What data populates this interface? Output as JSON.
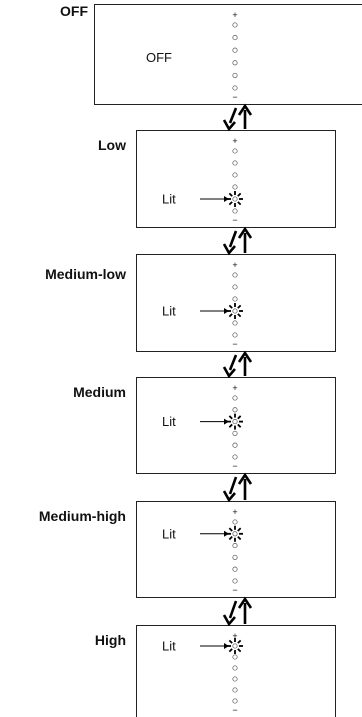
{
  "levels": [
    {
      "label": "OFF",
      "panel_text": "OFF",
      "lit_index": null
    },
    {
      "label": "Low",
      "panel_text": "Lit",
      "lit_index": 4
    },
    {
      "label": "Medium-low",
      "panel_text": "Lit",
      "lit_index": 3
    },
    {
      "label": "Medium",
      "panel_text": "Lit",
      "lit_index": 2
    },
    {
      "label": "Medium-high",
      "panel_text": "Lit",
      "lit_index": 1
    },
    {
      "label": "High",
      "panel_text": "Lit",
      "lit_index": 0
    }
  ],
  "indicator": {
    "plus": "+",
    "minus": "−",
    "dot_count": 6
  }
}
